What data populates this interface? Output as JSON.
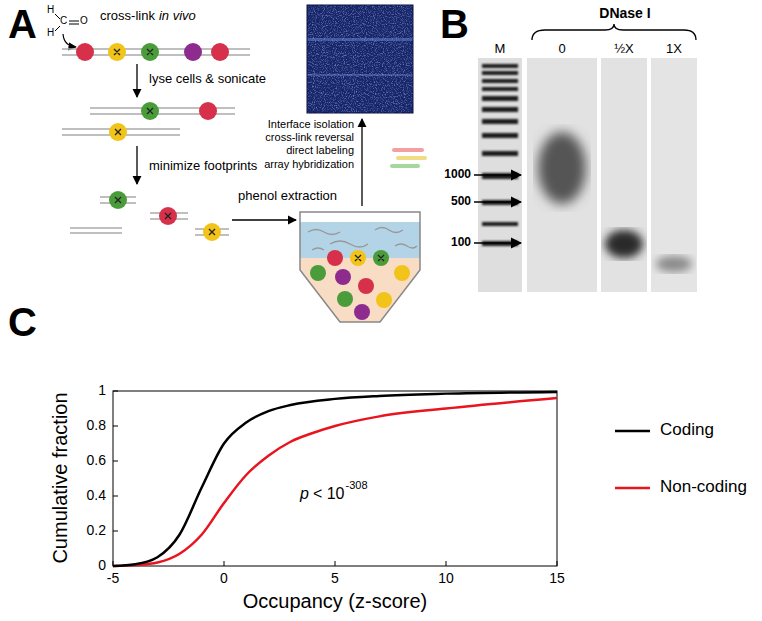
{
  "diagram": {
    "labels": [
      "A",
      "H",
      "C",
      "O",
      "H",
      "cross-link",
      "in vivo",
      "lyse cells & sonicate",
      "minimize footprints",
      "phenol extraction",
      "Interface isolation cross-link reversal direct labeling array hybridization",
      "B",
      "DNase I",
      "M",
      "0",
      "½X",
      "1X",
      "1000",
      "500",
      "100",
      "C",
      "1",
      "0.8",
      "0.6",
      "0.4",
      "0.2",
      "0",
      "-5",
      "0",
      "5",
      "10",
      "15",
      "Cumulative fraction",
      "Occupancy (z-score)",
      "p",
      "< 10",
      "-308"
    ],
    "legend": [
      {
        "text": "Coding"
      },
      {
        "text": "Non-coding"
      }
    ]
  }
}
